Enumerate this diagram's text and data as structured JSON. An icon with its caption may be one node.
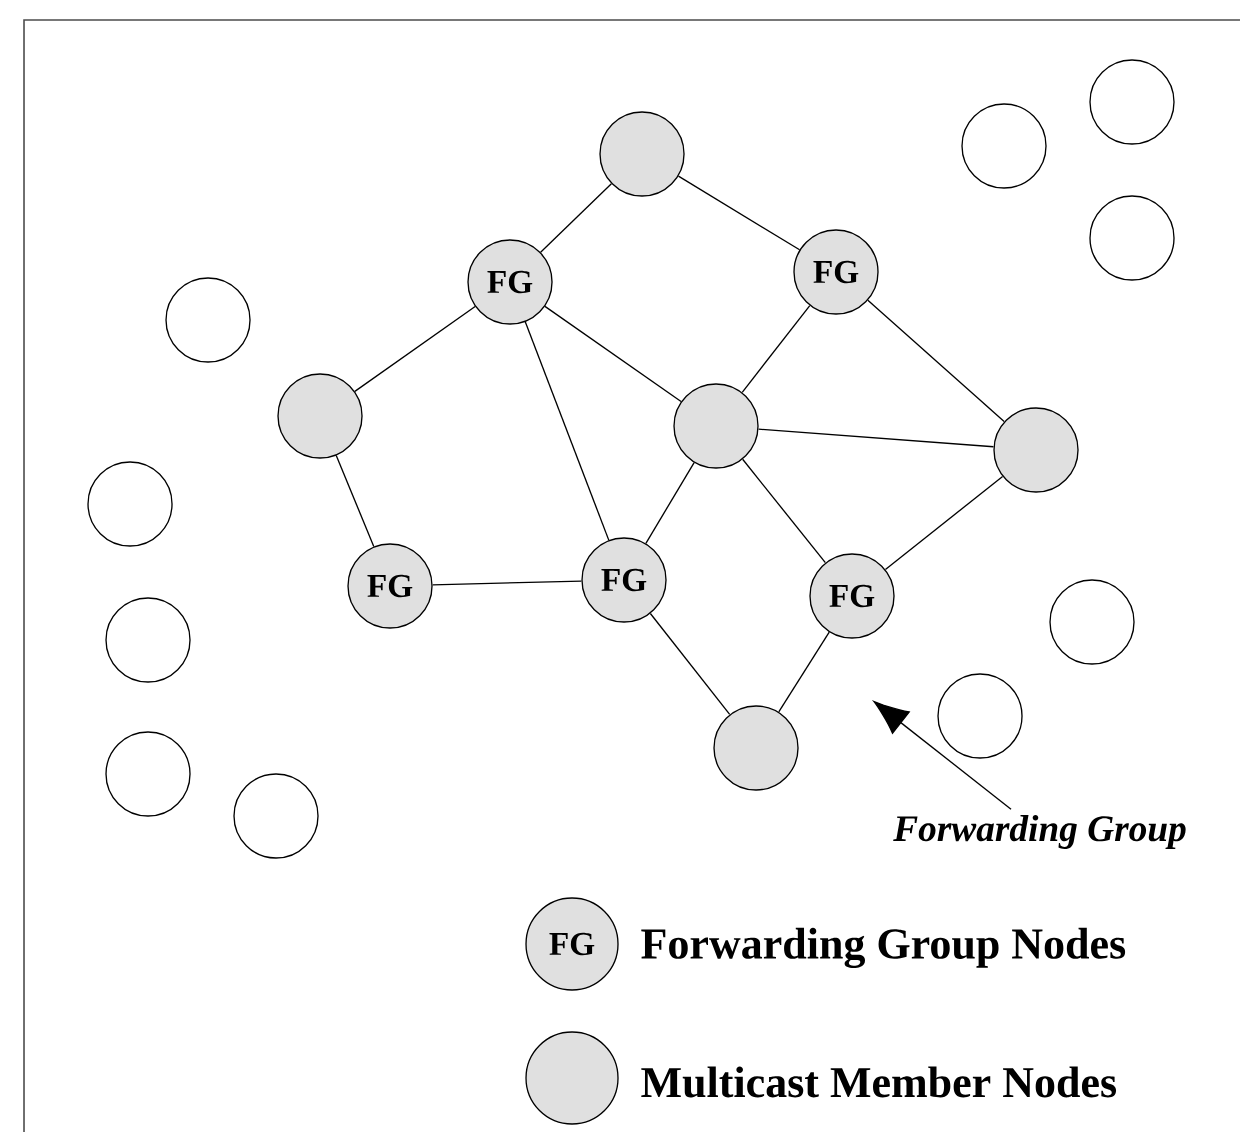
{
  "diagram": {
    "nodes": [
      {
        "text": [],
        "shape": "circle"
      },
      {
        "text": [],
        "shape": "circle"
      },
      {
        "text": [],
        "shape": "circle"
      },
      {
        "text": [],
        "shape": "circle"
      },
      {
        "text": [
          "FG"
        ]
      },
      {
        "text": [
          "FG"
        ]
      },
      {
        "text": [],
        "shape": "circle"
      },
      {
        "text": [],
        "shape": "circle"
      },
      {
        "text": [],
        "shape": "circle"
      },
      {
        "text": [],
        "shape": "circle"
      },
      {
        "text": [],
        "shape": "circle"
      },
      {
        "text": [
          "FG"
        ]
      },
      {
        "text": [
          "FG"
        ]
      },
      {
        "text": [
          "FG"
        ]
      },
      {
        "text": [],
        "shape": "circle"
      },
      {
        "text": [],
        "shape": "circle"
      },
      {
        "text": [],
        "shape": "circle"
      },
      {
        "text": [],
        "shape": "circle"
      },
      {
        "text": [],
        "shape": "circle"
      },
      {
        "text": [],
        "shape": "circle"
      },
      {
        "text": [
          "Forwarding Group"
        ]
      }
    ],
    "edges": [
      {
        "from": 2,
        "to": 5,
        "arrow": "none"
      },
      {
        "from": 2,
        "to": 4,
        "arrow": "none"
      },
      {
        "from": 5,
        "to": 7,
        "arrow": "none"
      },
      {
        "from": 5,
        "to": 8,
        "arrow": "none"
      },
      {
        "from": 5,
        "to": 11,
        "arrow": "none"
      },
      {
        "from": 4,
        "to": 8,
        "arrow": "none"
      },
      {
        "from": 4,
        "to": 9,
        "arrow": "none"
      },
      {
        "from": 7,
        "to": 12,
        "arrow": "none"
      },
      {
        "from": 12,
        "to": 11,
        "arrow": "none"
      },
      {
        "from": 11,
        "to": 8,
        "arrow": "none"
      },
      {
        "from": 8,
        "to": 9,
        "arrow": "none"
      },
      {
        "from": 8,
        "to": 13,
        "arrow": "none"
      },
      {
        "from": 9,
        "to": 13,
        "arrow": "none"
      },
      {
        "from": 11,
        "to": 17,
        "arrow": "none"
      },
      {
        "from": 13,
        "to": 17,
        "arrow": "none"
      },
      {
        "from": 20,
        "to": null,
        "arrow": "to"
      }
    ],
    "labels": [
      "FG"
    ],
    "legend": [
      {
        "text": "Forwarding Group Nodes"
      },
      {
        "text": "Multicast Member Nodes"
      }
    ]
  }
}
